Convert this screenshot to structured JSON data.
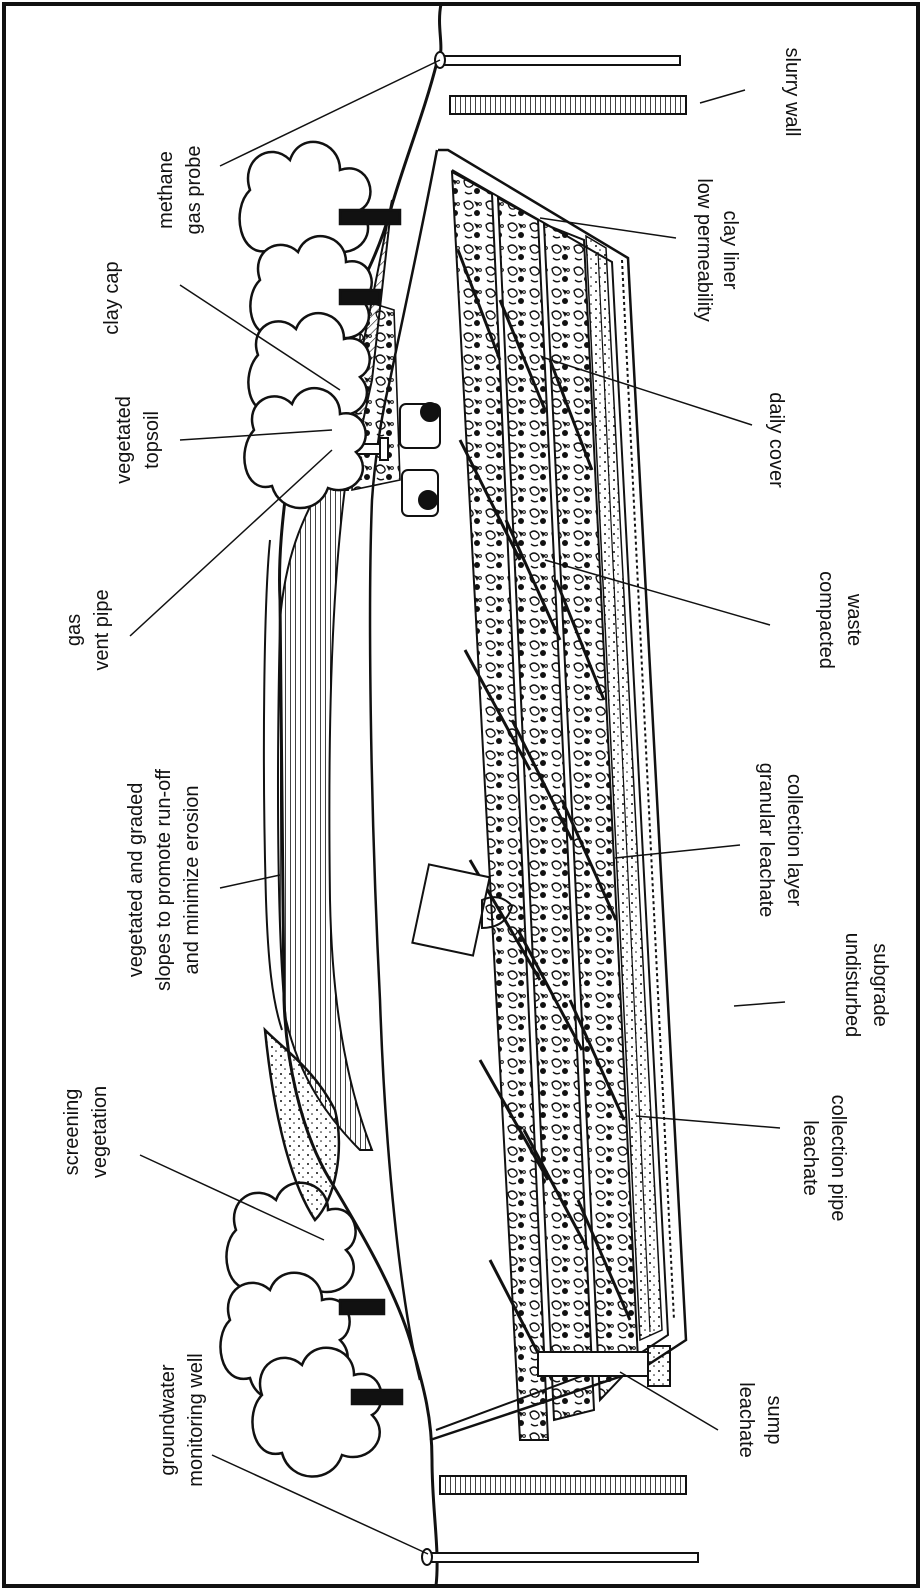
{
  "diagram": {
    "labels": {
      "methane_gas_probe": [
        "methane",
        "gas probe"
      ],
      "slurry_wall": [
        "slurry wall"
      ],
      "clay_cap": [
        "clay cap"
      ],
      "low_permeability_clay_liner": [
        "low permeability",
        "clay liner"
      ],
      "vegetated_topsoil": [
        "vegetated",
        "topsoil"
      ],
      "daily_cover": [
        "daily cover"
      ],
      "gas_vent_pipe": [
        "gas",
        "vent pipe"
      ],
      "compacted_waste": [
        "compacted",
        "waste"
      ],
      "vegetated_slopes": [
        "vegetated and graded",
        "slopes to promote run-off",
        "and minimize erosion"
      ],
      "granular_leachate_collection_layer": [
        "granular leachate",
        "collection layer"
      ],
      "undisturbed_subgrade": [
        "undisturbed",
        "subgrade"
      ],
      "screening_vegetation": [
        "screening",
        "vegetation"
      ],
      "leachate_collection_pipe": [
        "leachate",
        "collection pipe"
      ],
      "groundwater_monitoring_well": [
        "groundwater",
        "monitoring well"
      ],
      "leachate_sump": [
        "leachate",
        "sump"
      ]
    },
    "colors": {
      "ink": "#111111",
      "paper": "#ffffff"
    }
  }
}
